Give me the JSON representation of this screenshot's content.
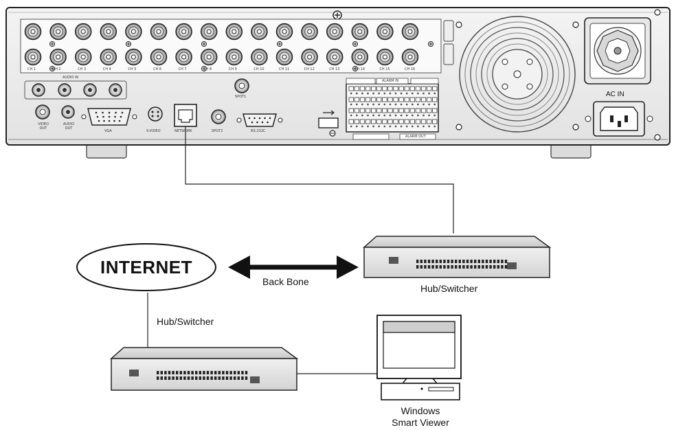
{
  "dvr": {
    "channel_labels": [
      "CH 1",
      "CH 2",
      "CH 3",
      "CH 4",
      "CH 5",
      "CH 6",
      "CH 7",
      "CH 8",
      "CH 9",
      "CH 10",
      "CH 11",
      "CH 12",
      "CH 13",
      "CH 14",
      "CH 15",
      "CH 16"
    ],
    "audio_in_label": "AUDIO IN",
    "video_out_label": "VIDEO OUT",
    "audio_out_label": "AUDIO OUT",
    "vga_label": "VGA",
    "svideo_label": "S-VIDEO",
    "network_label": "NETWORK",
    "spot1_label": "SPOT1",
    "spot2_label": "SPOT2",
    "rs232_label": "RS-232C",
    "alarm_in_label": "ALARM IN",
    "alarm_out_label": "ALARM OUT",
    "ac_in_label": "AC IN"
  },
  "network": {
    "internet_label": "INTERNET",
    "backbone_label": "Back Bone",
    "hub_right_label": "Hub/Switcher",
    "hub_left_label": "Hub/Switcher",
    "viewer_label_line1": "Windows",
    "viewer_label_line2": "Smart Viewer"
  }
}
